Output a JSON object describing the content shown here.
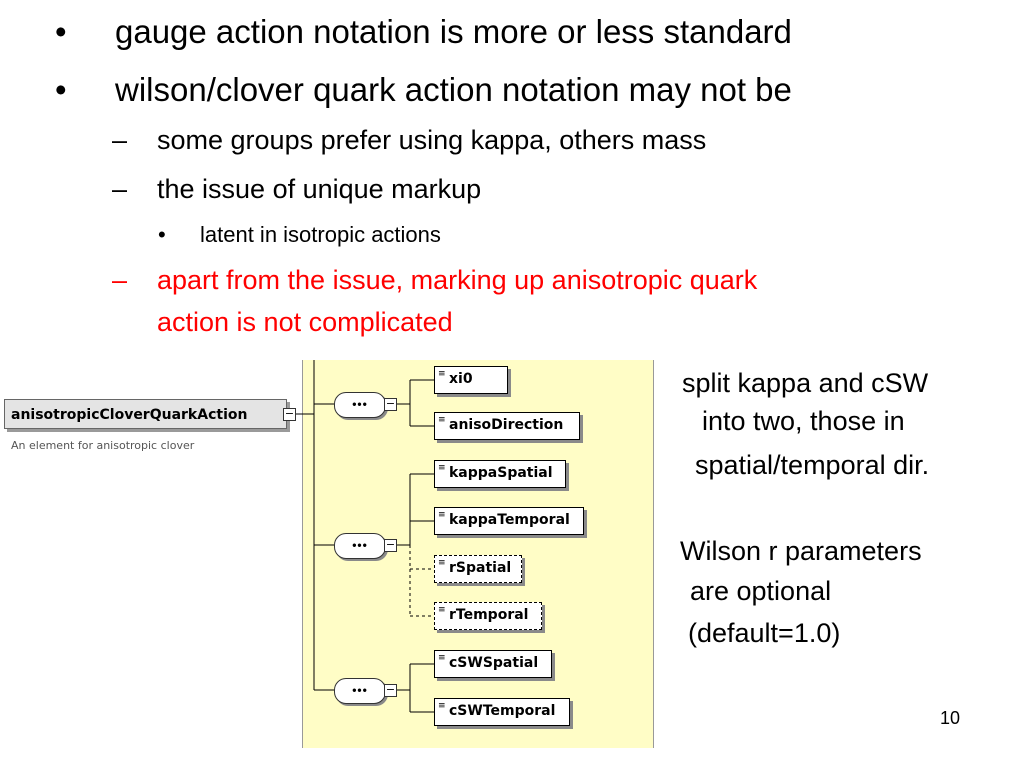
{
  "bullets": [
    {
      "text": "gauge action notation is more or less standard"
    },
    {
      "text": "wilson/clover quark action notation may not be"
    }
  ],
  "sub_bullets": [
    {
      "text": "some groups prefer using kappa, others mass"
    },
    {
      "text": "the issue of unique markup"
    }
  ],
  "sub_sub_bullets": [
    {
      "text": "latent in isotropic actions"
    }
  ],
  "red_bullet": {
    "line1": "apart from the issue, marking up anisotropic quark",
    "line2": "action is not complicated",
    "color": "#ff0000"
  },
  "bullet_markers": {
    "level1": "•",
    "level2": "–",
    "level3": "•"
  },
  "diagram": {
    "root_label": "anisotropicCloverQuarkAction",
    "root_description": "An element for anisotropic clover",
    "toggle_symbol": "−",
    "sequence_symbol": "•••",
    "element_glyph": "≡",
    "panel_color": "#fffdc6",
    "groups": [
      {
        "elements": [
          {
            "label": "xi0",
            "optional": false
          },
          {
            "label": "anisoDirection",
            "optional": false
          }
        ]
      },
      {
        "elements": [
          {
            "label": "kappaSpatial",
            "optional": false
          },
          {
            "label": "kappaTemporal",
            "optional": false
          },
          {
            "label": "rSpatial",
            "optional": true
          },
          {
            "label": "rTemporal",
            "optional": true
          }
        ]
      },
      {
        "elements": [
          {
            "label": "cSWSpatial",
            "optional": false
          },
          {
            "label": "cSWTemporal",
            "optional": false
          }
        ]
      }
    ]
  },
  "notes": {
    "note1": [
      "split kappa and cSW",
      "into two, those in",
      "spatial/temporal dir."
    ],
    "note2": [
      "Wilson r parameters",
      "are optional",
      "(default=1.0)"
    ]
  },
  "page_number": "10"
}
